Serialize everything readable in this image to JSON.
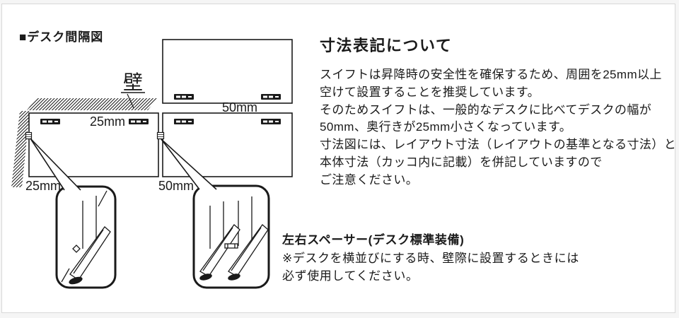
{
  "page": {
    "title": "■デスク間隔図"
  },
  "diagram": {
    "wall_label": "壁",
    "dim_desk_top_clearance": "25mm",
    "dim_row_gap": "50mm",
    "dim_wall_side_clearance": "25mm",
    "dim_desk_gap": "50mm"
  },
  "main": {
    "heading": "寸法表記について",
    "para_lines": [
      "スイフトは昇降時の安全性を確保するため、周囲を25mm以上",
      "空けて設置することを推奨しています。",
      "そのためスイフトは、一般的なデスクに比べてデスクの幅が",
      "50mm、奥行きが25mm小さくなっています。",
      "寸法図には、レイアウト寸法（レイアウトの基準となる寸法）と",
      "本体寸法（カッコ内に記載）を併記していますので",
      "ご注意ください。"
    ]
  },
  "note": {
    "title": "左右スペーサー(デスク標準装備)",
    "lines": [
      "※デスクを横並びにする時、壁際に設置するときには",
      "必ず使用してください。"
    ]
  },
  "colors": {
    "ink": "#1a1a1a",
    "frame_border": "#d8d8d8",
    "outer_bg": "#f5f5f5"
  }
}
